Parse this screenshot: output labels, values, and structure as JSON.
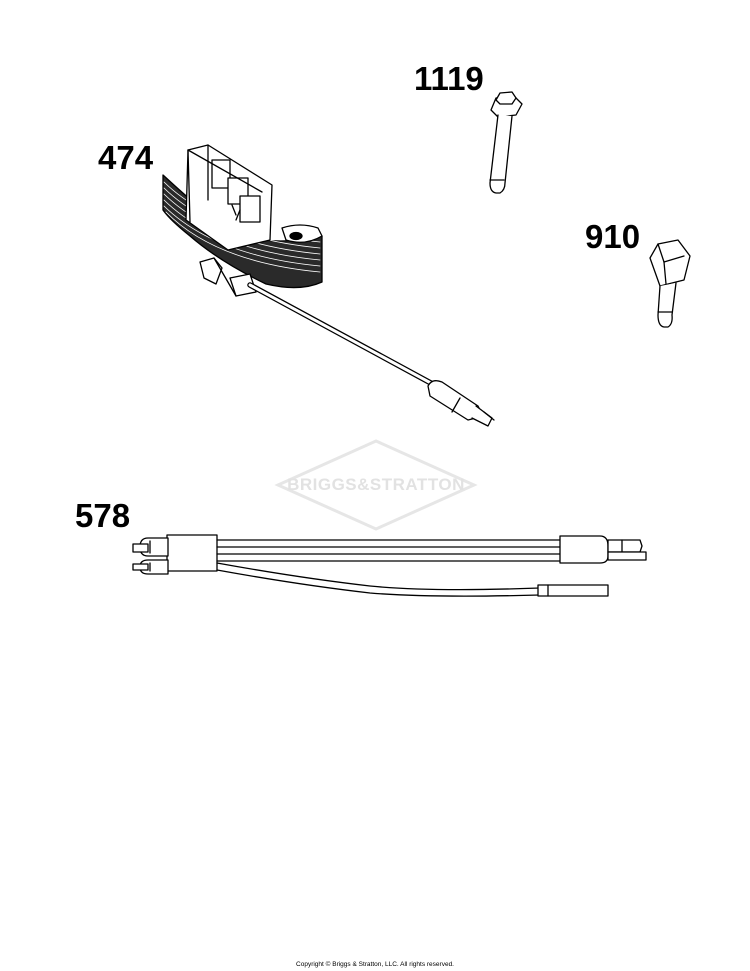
{
  "parts": [
    {
      "id": "1119",
      "label": "1119",
      "icon": "bolt-icon"
    },
    {
      "id": "474",
      "label": "474",
      "icon": "armature-icon"
    },
    {
      "id": "910",
      "label": "910",
      "icon": "spark-plug-boot-icon"
    },
    {
      "id": "578",
      "label": "578",
      "icon": "wire-harness-icon"
    }
  ],
  "watermark": {
    "text": "BRIGGS&STRATTON"
  },
  "footer": {
    "copyright": "Copyright © Briggs & Stratton, LLC. All rights reserved."
  }
}
